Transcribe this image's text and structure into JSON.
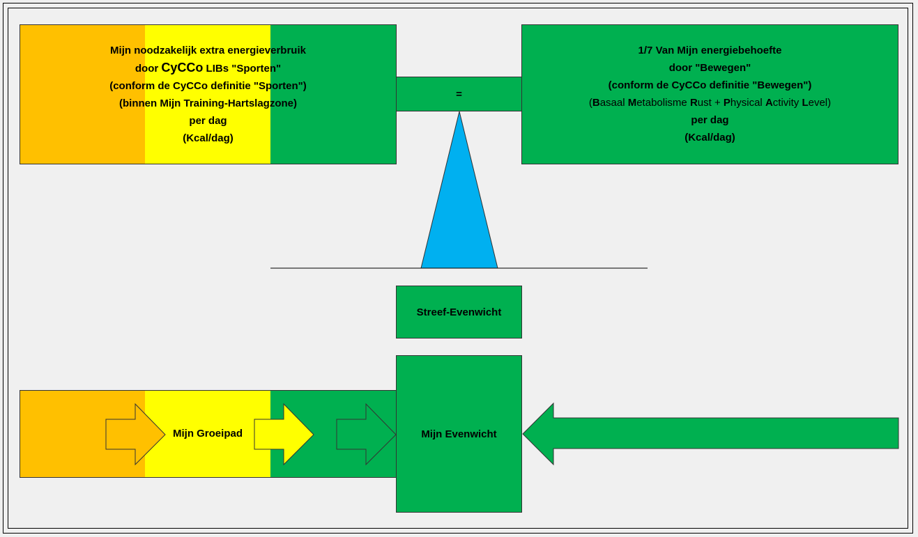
{
  "left_box": {
    "line1": "Mijn noodzakelijk extra energieverbruik",
    "line2_pre": "door ",
    "line2_brand": "CyCCo",
    "line2_post": " LIBs \"Sporten\"",
    "line3": "(conform de CyCCo definitie \"Sporten\")",
    "line4": "(binnen Mijn Training-Hartslagzone)",
    "line5": "per dag",
    "line6": "(Kcal/dag)"
  },
  "connector": {
    "label": "="
  },
  "right_box": {
    "line1": "1/7 Van Mijn energiebehoefte",
    "line2": "door \"Bewegen\"",
    "line3": "(conform de CyCCo definitie \"Bewegen\")",
    "line4_parts": [
      "(",
      "B",
      "asaal ",
      "M",
      "etabolisme ",
      "R",
      "ust + ",
      "P",
      "hysical ",
      "A",
      "ctivity ",
      "L",
      "evel)"
    ],
    "line5": "per dag",
    "line6": "(Kcal/dag)"
  },
  "target_box": {
    "label": "Streef-Evenwicht"
  },
  "growth_path": {
    "label": "Mijn Groeipad"
  },
  "balance_box": {
    "label": "Mijn Evenwicht"
  },
  "colors": {
    "green": "#00b050",
    "yellow": "#ffff00",
    "orange": "#ffc000",
    "triangle": "#00b0f0"
  }
}
